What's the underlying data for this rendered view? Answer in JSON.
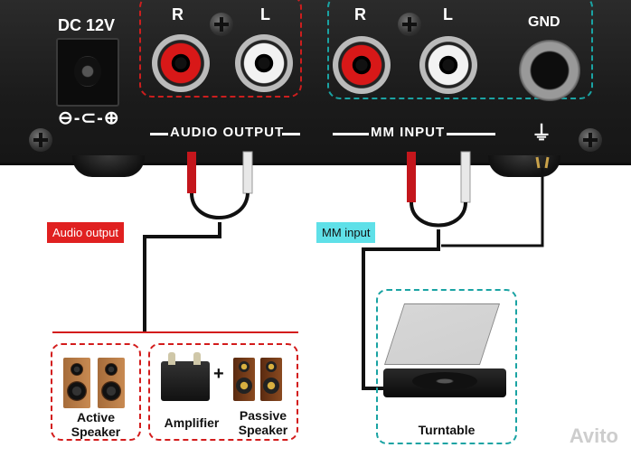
{
  "panel": {
    "dc_label": "DC 12V",
    "channel_labels": {
      "out_r": "R",
      "out_l": "L",
      "in_r": "R",
      "in_l": "L"
    },
    "gnd_label": "GND",
    "audio_output_label": "AUDIO OUTPUT",
    "mm_input_label": "MM INPUT"
  },
  "tags": {
    "audio_output": "Audio output",
    "mm_input": "MM input"
  },
  "devices": {
    "active_speaker": "Active\nSpeaker",
    "amplifier": "Amplifier",
    "plus": "+",
    "passive_speaker": "Passive\nSpeaker",
    "turntable": "Turntable"
  },
  "colors": {
    "output_zone": "#cc1e1e",
    "input_zone": "#1aa3a3",
    "output_tag": "#e02020",
    "input_tag": "#5fe0e8",
    "rca_red": "#d81818",
    "rca_white": "#f2f2f2"
  },
  "watermark": "Avito"
}
